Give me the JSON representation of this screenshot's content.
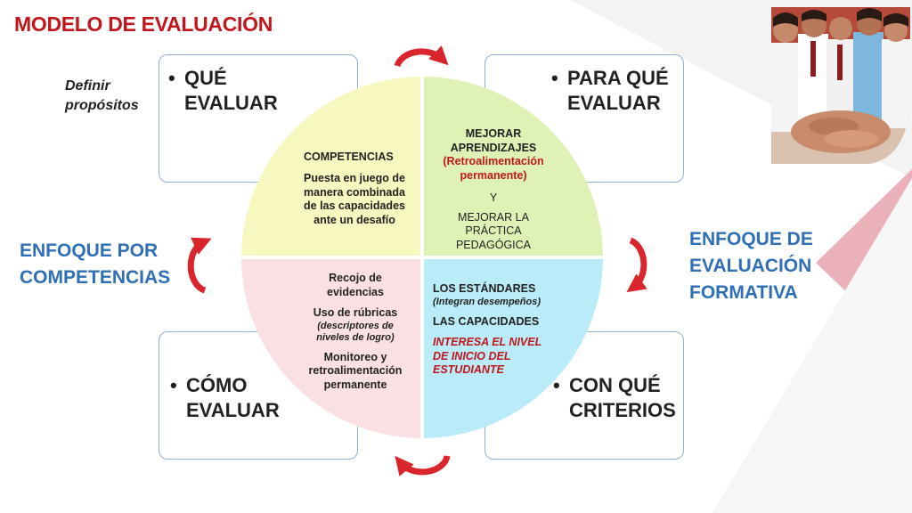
{
  "title": "MODELO DE EVALUACIÓN",
  "side_note": "Definir propósitos",
  "left_label": [
    "ENFOQUE POR",
    "COMPETENCIAS"
  ],
  "right_label": [
    "ENFOQUE DE",
    "EVALUACIÓN",
    "FORMATIVA"
  ],
  "cards": {
    "tl": [
      "QUÉ",
      "EVALUAR"
    ],
    "tr": [
      "PARA QUÉ",
      "EVALUAR"
    ],
    "bl": [
      "CÓMO",
      "EVALUAR"
    ],
    "br": [
      "CON QUÉ",
      "CRITERIOS"
    ]
  },
  "quadrants": {
    "tl": {
      "heading": "COMPETENCIAS",
      "body": [
        "Puesta en juego de",
        "manera combinada",
        "de las capacidades",
        "ante un desafío"
      ]
    },
    "tr": {
      "heading": [
        "MEJORAR",
        "APRENDIZAJES"
      ],
      "highlight": [
        "(Retroalimentación",
        "permanente)"
      ],
      "joiner": "Y",
      "tail": [
        "MEJORAR LA",
        "PRÁCTICA",
        "PEDAGÓGICA"
      ]
    },
    "bl": {
      "line1": [
        "Recojo de",
        "evidencias"
      ],
      "line2": "Uso de rúbricas",
      "line2_note": [
        "(descriptores de",
        "niveles de logro)"
      ],
      "line3": [
        "Monitoreo y",
        "retroalimentación",
        "permanente"
      ]
    },
    "br": {
      "line1": "LOS ESTÁNDARES",
      "line1_note": "(Integran desempeños)",
      "line2": "LAS CAPACIDADES",
      "line3": [
        "INTERESA EL NIVEL",
        "DE INICIO DEL",
        "ESTUDIANTE"
      ]
    }
  },
  "colors": {
    "title_red": "#c0161c",
    "label_blue": "#2f6fb5",
    "card_border": "#8fb0d6",
    "quad_yellow": "#f7f8bf",
    "quad_green": "#dff2b5",
    "quad_pink": "#fbe0e3",
    "quad_cyan": "#b9ecf8",
    "wedge_pink": "#e8a3ad"
  },
  "icons": [
    "cycle-arrow-top-icon",
    "cycle-arrow-right-icon",
    "cycle-arrow-bottom-icon",
    "cycle-arrow-left-icon",
    "students-group-photo"
  ]
}
